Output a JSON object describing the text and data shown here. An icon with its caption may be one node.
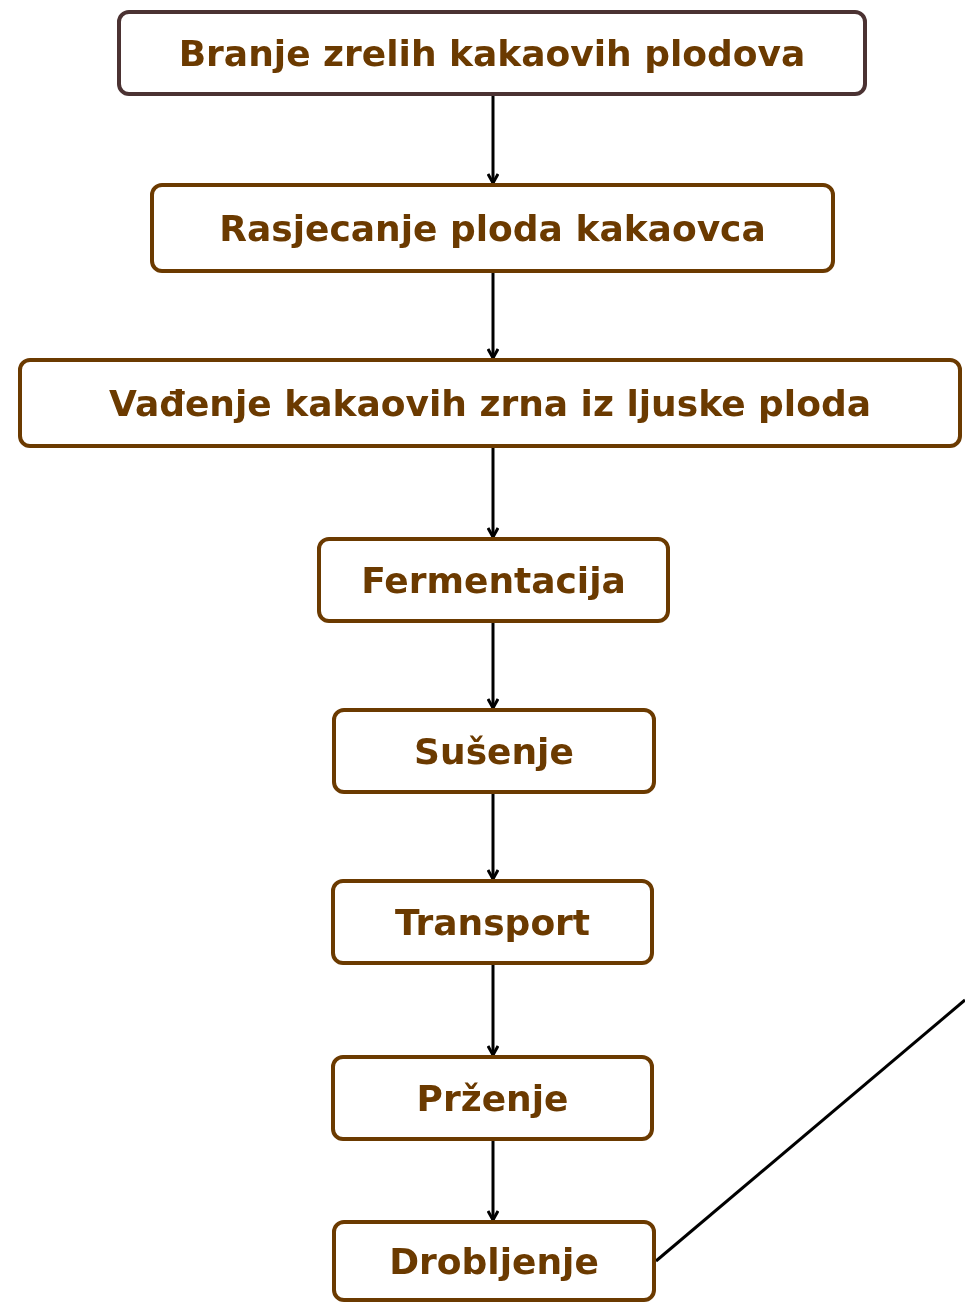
{
  "diagram": {
    "nodes": [
      {
        "text": [
          "Branje zrelih kakaovih plodova"
        ]
      },
      {
        "text": [
          "Rasjecanje ploda kakaovca"
        ]
      },
      {
        "text": [
          "Vađenje kakaovih zrna iz ljuske ploda"
        ]
      },
      {
        "text": [
          "Fermentacija"
        ]
      },
      {
        "text": [
          "Sušenje"
        ]
      },
      {
        "text": [
          "Transport"
        ]
      },
      {
        "text": [
          "Prženje"
        ]
      },
      {
        "text": [
          "Drobljenje"
        ]
      }
    ],
    "edges": [
      {
        "from": 0,
        "to": 1,
        "arrow": "to"
      },
      {
        "from": 1,
        "to": 2,
        "arrow": "to"
      },
      {
        "from": 2,
        "to": 3,
        "arrow": "to"
      },
      {
        "from": 3,
        "to": 4,
        "arrow": "to"
      },
      {
        "from": 4,
        "to": 5,
        "arrow": "to"
      },
      {
        "from": 5,
        "to": 6,
        "arrow": "to"
      },
      {
        "from": 6,
        "to": 7,
        "arrow": "to"
      },
      {
        "from": 7,
        "to": null,
        "arrow": "none"
      }
    ]
  }
}
